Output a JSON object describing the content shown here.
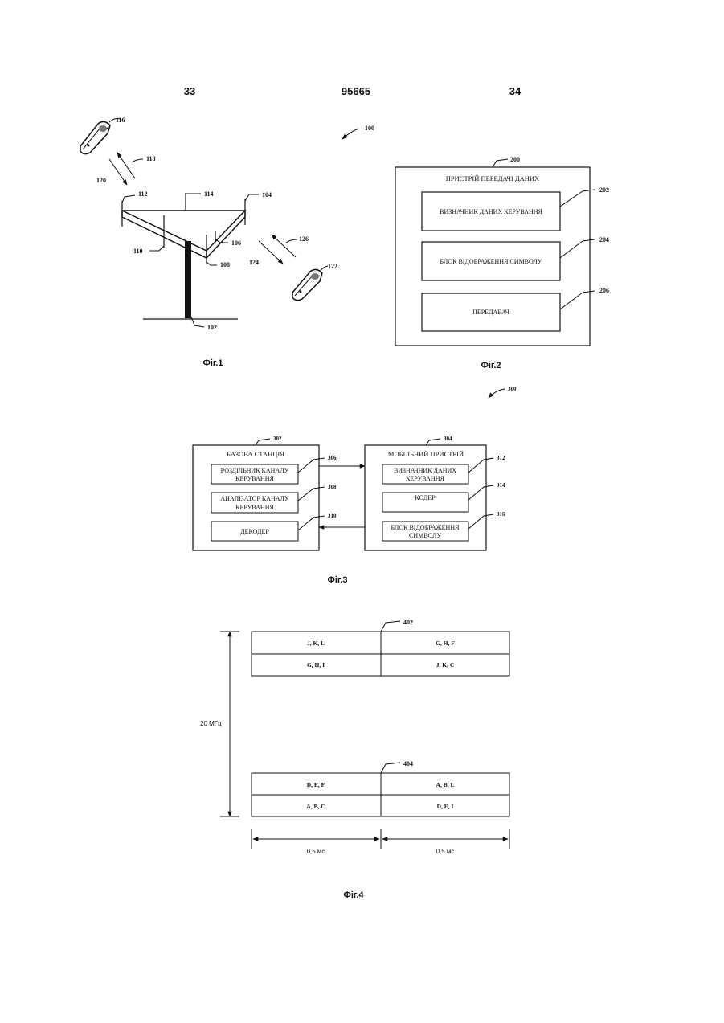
{
  "header": {
    "page_left": "33",
    "patent_number": "95665",
    "page_right": "34"
  },
  "fig1": {
    "caption": "Фіг.1",
    "refs": {
      "r100": "100",
      "r102": "102",
      "r104": "104",
      "r106": "106",
      "r108": "108",
      "r110": "110",
      "r112": "112",
      "r114": "114",
      "r116": "116",
      "r118": "118",
      "r120": "120",
      "r122": "122",
      "r124": "124",
      "r126": "126"
    }
  },
  "fig2": {
    "caption": "Фіг.2",
    "ref_outer": "200",
    "title": "ПРИСТРІЙ ПЕРЕДАЧІ ДАНИХ",
    "blocks": [
      {
        "label": "ВИЗНАЧНИК ДАНИХ КЕРУВАННЯ",
        "ref": "202"
      },
      {
        "label": "БЛОК ВІДОБРАЖЕННЯ СИМВОЛУ",
        "ref": "204"
      },
      {
        "label": "ПЕРЕДАВАЧ",
        "ref": "206"
      }
    ]
  },
  "fig3": {
    "caption": "Фіг.3",
    "ref_system": "300",
    "base_station": {
      "ref": "302",
      "title": "БАЗОВА СТАНЦІЯ",
      "blocks": [
        {
          "line1": "РОЗДІЛЬНИК КАНАЛУ",
          "line2": "КЕРУВАННЯ",
          "ref": "306"
        },
        {
          "line1": "АНАЛІЗАТОР КАНАЛУ",
          "line2": "КЕРУВАННЯ",
          "ref": "308"
        },
        {
          "line1": "ДЕКОДЕР",
          "line2": "",
          "ref": "310"
        }
      ]
    },
    "mobile": {
      "ref": "304",
      "title": "МОБІЛЬНИЙ ПРИСТРІЙ",
      "blocks": [
        {
          "line1": "ВИЗНАЧНИК ДАНИХ",
          "line2": "КЕРУВАННЯ",
          "ref": "312"
        },
        {
          "line1": "КОДЕР",
          "line2": "",
          "ref": "314"
        },
        {
          "line1": "БЛОК ВІДОБРАЖЕННЯ",
          "line2": "СИМВОЛУ",
          "ref": "316"
        }
      ]
    }
  },
  "fig4": {
    "caption": "Фіг.4",
    "bandwidth_label": "20 МГц",
    "time_labels": [
      "0,5 мс",
      "0,5 мс"
    ],
    "group_top": {
      "ref": "402",
      "rows": [
        [
          "J, K, L",
          "G, H, F"
        ],
        [
          "G, H, I",
          "J, K, C"
        ]
      ]
    },
    "group_bottom": {
      "ref": "404",
      "rows": [
        [
          "D, E, F",
          "A, B, L"
        ],
        [
          "A, B, C",
          "D, E, I"
        ]
      ]
    }
  }
}
